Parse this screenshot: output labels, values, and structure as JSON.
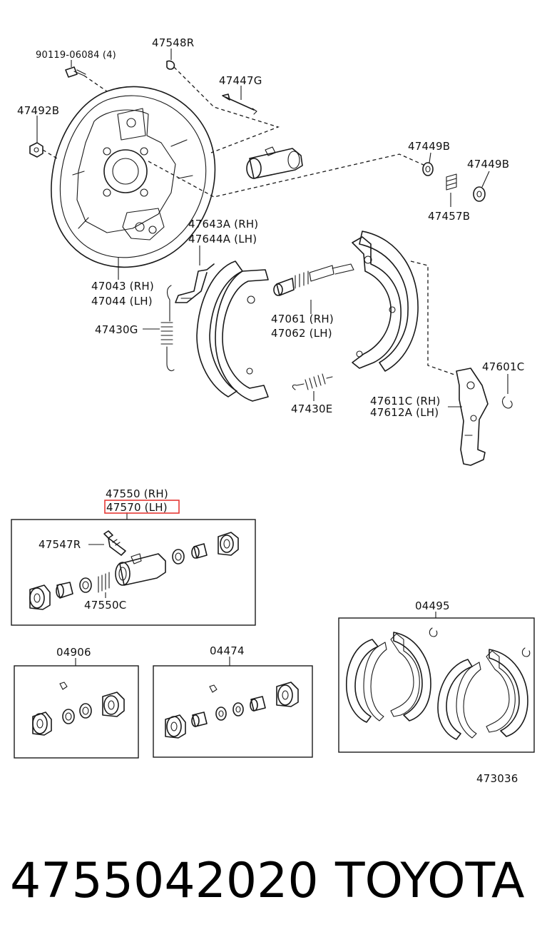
{
  "labels": {
    "p90119": "90119-06084 (4)",
    "p47548r": "47548R",
    "p47447g": "47447G",
    "p47492b": "47492B",
    "p47449b_a": "47449B",
    "p47449b_b": "47449B",
    "p47457b": "47457B",
    "p47643a": "47643A (RH)",
    "p47644a": "47644A (LH)",
    "p47043": "47043 (RH)",
    "p47044": "47044 (LH)",
    "p47430g": "47430G",
    "p47061": "47061 (RH)",
    "p47062": "47062 (LH)",
    "p47601c": "47601C",
    "p47430e": "47430E",
    "p47611c": "47611C (RH)",
    "p47612a": "47612A (LH)",
    "p47550": "47550 (RH)",
    "p47570": "47570 (LH)",
    "p47547r": "47547R",
    "p47550c": "47550C",
    "p04495": "04495",
    "p04906": "04906",
    "p04474": "04474",
    "diagram_id": "473036"
  },
  "footer": {
    "part_number": "4755042020",
    "brand": "TOYOTA"
  },
  "colors": {
    "highlight": "#e53935",
    "ink": "#1a1a1a"
  }
}
